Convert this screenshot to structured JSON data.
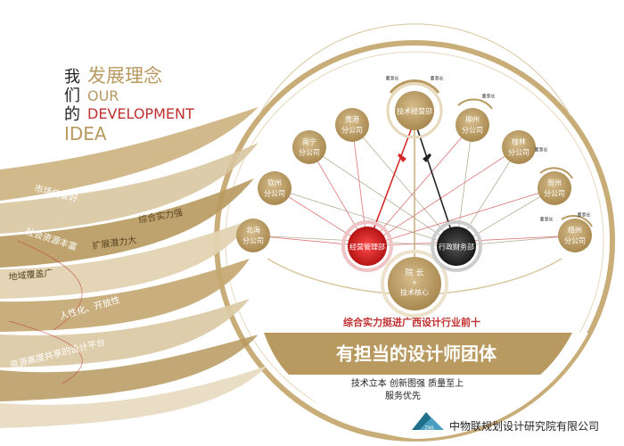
{
  "title": {
    "cn_chars": [
      "我",
      "们",
      "的"
    ],
    "cn_main": "发展理念",
    "en_line1": "OUR",
    "en_line2": "DEVELOPMENT",
    "en_line3": "IDEA"
  },
  "ribbon_labels": [
    "市场信誉好",
    "综合实力强",
    "扩展潜力大",
    "社会资源丰富",
    "地域覆盖广",
    "人性化、开放性",
    "资源高度共享的设计平台"
  ],
  "org": {
    "top_node": "技术经营部",
    "top_small": [
      "董事长",
      "董事长"
    ],
    "branches": [
      {
        "lines": [
          "贵港",
          "分公司"
        ]
      },
      {
        "lines": [
          "南宁",
          "分公司"
        ]
      },
      {
        "lines": [
          "钦州",
          "分公司"
        ]
      },
      {
        "lines": [
          "北海",
          "分公司"
        ]
      },
      {
        "lines": [
          "柳州",
          "分公司"
        ]
      },
      {
        "lines": [
          "桂林",
          "分公司"
        ]
      },
      {
        "lines": [
          "贺州",
          "分公司"
        ]
      },
      {
        "lines": [
          "梧州",
          "分公司"
        ]
      }
    ],
    "branch_small": [
      "董事长",
      "董事长",
      "董事长",
      "董事长"
    ],
    "left_hub": "经营管理部",
    "right_hub": "行政财务部",
    "center_line1": "院 长",
    "center_line2": "+",
    "center_line3": "技术核心"
  },
  "band": {
    "ranking": "综合实力挺进广西设计行业前十",
    "slogan": "有担当的设计师团体",
    "values_line1": "技术立本  创新图强  质量至上",
    "values_line2": "服务优先"
  },
  "company": {
    "name": "中物联规划设计研究院有限公司",
    "logo_text": "ZWL"
  },
  "colors": {
    "gold": "#b8995f",
    "gold_light": "#d9c6a0",
    "gold_pale": "#ece2cc",
    "red": "#d62a2a",
    "dark": "#2b2b2b",
    "teal": "#1f6f8b"
  }
}
